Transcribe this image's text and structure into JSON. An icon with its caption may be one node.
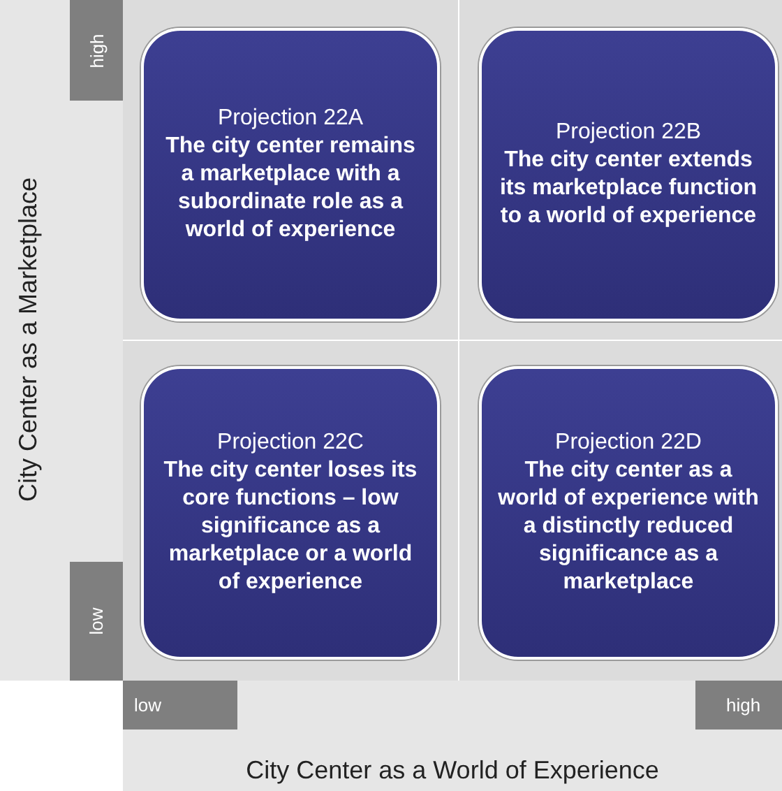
{
  "diagram": {
    "nodes": [
      {
        "text": [
          "Projection 22A",
          "The city center remains a marketplace with a subordinate role as a world of experience"
        ]
      },
      {
        "text": [
          "Projection 22B",
          "The city center extends its marketplace function to a world of experience"
        ]
      },
      {
        "text": [
          "Projection 22C",
          "The city center loses its core functions – low significance as a marketplace or a world of experience"
        ]
      },
      {
        "text": [
          "Projection 22D",
          "The city center as a world of experience with a distinctly reduced significance as a marketplace"
        ]
      }
    ],
    "labels": [
      "high",
      "City Center as a Marketplace",
      "low",
      "low",
      "high",
      "City Center as a World of Experience"
    ]
  }
}
